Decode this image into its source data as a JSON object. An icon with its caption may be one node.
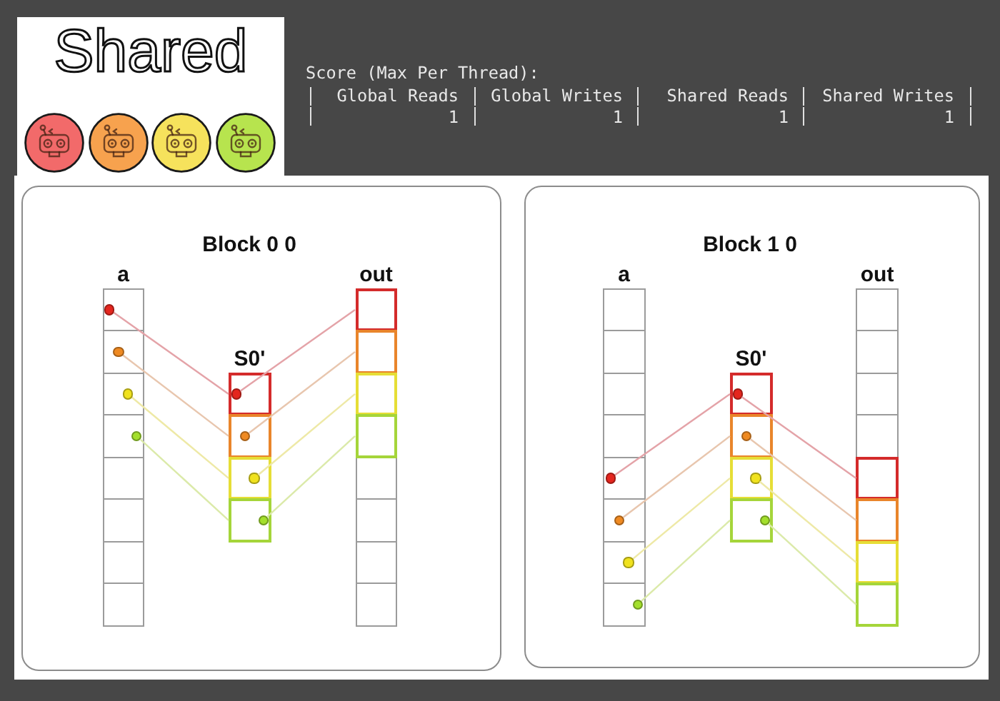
{
  "diagram": {
    "title": "Shared",
    "nodes": [
      {
        "text": [
          "Block 0 0"
        ]
      },
      {
        "text": [
          "a"
        ],
        "in": 0
      },
      {
        "text": [],
        "shape": "box",
        "in": 1
      },
      {
        "text": [],
        "shape": "box",
        "in": 1
      },
      {
        "text": [],
        "shape": "box",
        "in": 1
      },
      {
        "text": [],
        "shape": "box",
        "in": 1
      },
      {
        "text": [],
        "shape": "box",
        "in": 1
      },
      {
        "text": [],
        "shape": "box",
        "in": 1
      },
      {
        "text": [],
        "shape": "box",
        "in": 1
      },
      {
        "text": [],
        "shape": "box",
        "in": 1
      },
      {
        "text": [
          "S0'"
        ],
        "in": 0
      },
      {
        "text": [],
        "shape": "box",
        "in": 10
      },
      {
        "text": [],
        "shape": "box",
        "in": 10
      },
      {
        "text": [],
        "shape": "box",
        "in": 10
      },
      {
        "text": [],
        "shape": "box",
        "in": 10
      },
      {
        "text": [
          "out"
        ],
        "in": 0
      },
      {
        "text": [],
        "shape": "box",
        "in": 15
      },
      {
        "text": [],
        "shape": "box",
        "in": 15
      },
      {
        "text": [],
        "shape": "box",
        "in": 15
      },
      {
        "text": [],
        "shape": "box",
        "in": 15
      },
      {
        "text": [],
        "shape": "box",
        "in": 15
      },
      {
        "text": [],
        "shape": "box",
        "in": 15
      },
      {
        "text": [],
        "shape": "box",
        "in": 15
      },
      {
        "text": [],
        "shape": "box",
        "in": 15
      },
      {
        "text": [],
        "shape": "circle",
        "in": 2
      },
      {
        "text": [],
        "shape": "circle",
        "in": 3
      },
      {
        "text": [],
        "shape": "circle",
        "in": 4
      },
      {
        "text": [],
        "shape": "circle",
        "in": 5
      },
      {
        "text": [],
        "shape": "circle",
        "in": 11
      },
      {
        "text": [],
        "shape": "circle",
        "in": 12
      },
      {
        "text": [],
        "shape": "circle",
        "in": 13
      },
      {
        "text": [],
        "shape": "circle",
        "in": 14
      },
      {
        "text": [
          "Block 1 0"
        ]
      },
      {
        "text": [
          "a"
        ],
        "in": 32
      },
      {
        "text": [],
        "shape": "box",
        "in": 33
      },
      {
        "text": [],
        "shape": "box",
        "in": 33
      },
      {
        "text": [],
        "shape": "box",
        "in": 33
      },
      {
        "text": [],
        "shape": "box",
        "in": 33
      },
      {
        "text": [],
        "shape": "box",
        "in": 33
      },
      {
        "text": [],
        "shape": "box",
        "in": 33
      },
      {
        "text": [],
        "shape": "box",
        "in": 33
      },
      {
        "text": [],
        "shape": "box",
        "in": 33
      },
      {
        "text": [
          "S0'"
        ],
        "in": 32
      },
      {
        "text": [],
        "shape": "box",
        "in": 42
      },
      {
        "text": [],
        "shape": "box",
        "in": 42
      },
      {
        "text": [],
        "shape": "box",
        "in": 42
      },
      {
        "text": [],
        "shape": "box",
        "in": 42
      },
      {
        "text": [
          "out"
        ],
        "in": 32
      },
      {
        "text": [],
        "shape": "box",
        "in": 47
      },
      {
        "text": [],
        "shape": "box",
        "in": 47
      },
      {
        "text": [],
        "shape": "box",
        "in": 47
      },
      {
        "text": [],
        "shape": "box",
        "in": 47
      },
      {
        "text": [],
        "shape": "box",
        "in": 47
      },
      {
        "text": [],
        "shape": "box",
        "in": 47
      },
      {
        "text": [],
        "shape": "box",
        "in": 47
      },
      {
        "text": [],
        "shape": "box",
        "in": 47
      },
      {
        "text": [],
        "shape": "circle",
        "in": 38
      },
      {
        "text": [],
        "shape": "circle",
        "in": 39
      },
      {
        "text": [],
        "shape": "circle",
        "in": 40
      },
      {
        "text": [],
        "shape": "circle",
        "in": 41
      },
      {
        "text": [],
        "shape": "circle",
        "in": 43
      },
      {
        "text": [],
        "shape": "circle",
        "in": 44
      },
      {
        "text": [],
        "shape": "circle",
        "in": 45
      },
      {
        "text": [],
        "shape": "circle",
        "in": 46
      }
    ],
    "edges": [
      {
        "from": 24,
        "to": 11,
        "arrow": "none",
        "color": "#e4a3a8"
      },
      {
        "from": 25,
        "to": 12,
        "arrow": "none",
        "color": "#e8c6ae"
      },
      {
        "from": 26,
        "to": 13,
        "arrow": "none",
        "color": "#eee9a6"
      },
      {
        "from": 27,
        "to": 14,
        "arrow": "none",
        "color": "#dbeaa9"
      },
      {
        "from": 28,
        "to": 16,
        "arrow": "none",
        "color": "#e4a3a8"
      },
      {
        "from": 29,
        "to": 17,
        "arrow": "none",
        "color": "#e8c6ae"
      },
      {
        "from": 30,
        "to": 18,
        "arrow": "none",
        "color": "#eee9a6"
      },
      {
        "from": 31,
        "to": 19,
        "arrow": "none",
        "color": "#dbeaa9"
      },
      {
        "from": 56,
        "to": 43,
        "arrow": "none",
        "color": "#e4a3a8"
      },
      {
        "from": 57,
        "to": 44,
        "arrow": "none",
        "color": "#e8c6ae"
      },
      {
        "from": 58,
        "to": 45,
        "arrow": "none",
        "color": "#eee9a6"
      },
      {
        "from": 59,
        "to": 46,
        "arrow": "none",
        "color": "#dbeaa9"
      },
      {
        "from": 60,
        "to": 52,
        "arrow": "none",
        "color": "#e4a3a8"
      },
      {
        "from": 61,
        "to": 53,
        "arrow": "none",
        "color": "#e8c6ae"
      },
      {
        "from": 62,
        "to": 54,
        "arrow": "none",
        "color": "#eee9a6"
      },
      {
        "from": 63,
        "to": 55,
        "arrow": "none",
        "color": "#dbeaa9"
      }
    ],
    "labels": [
      "Score (Max Per Thread):",
      "Global Reads",
      "Global Writes",
      "Shared Reads",
      "Shared Writes",
      "1",
      "1",
      "1",
      "1"
    ]
  }
}
